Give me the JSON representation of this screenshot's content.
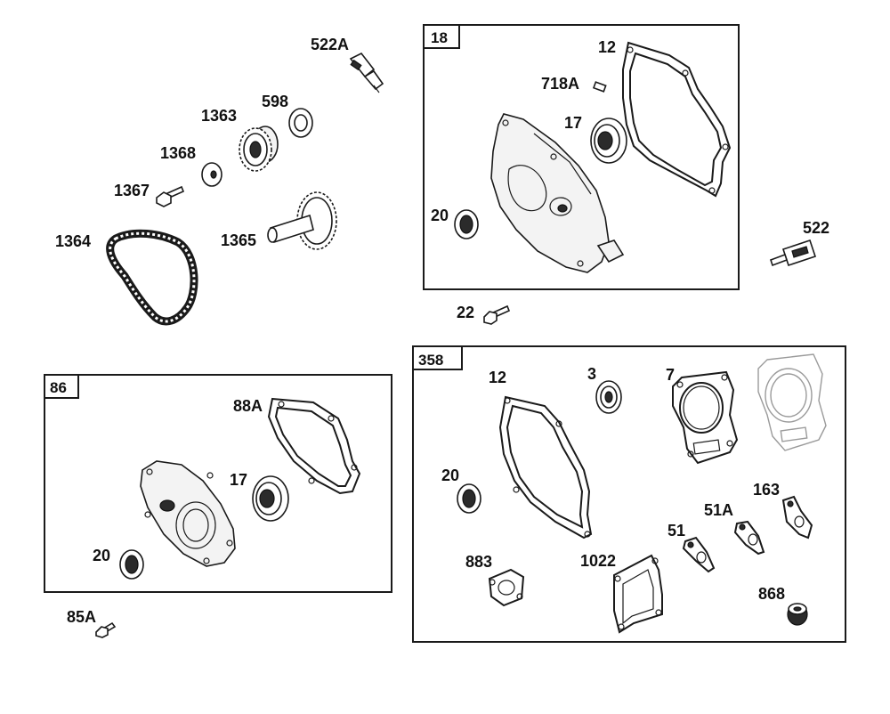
{
  "diagram": {
    "boxes": {
      "box18": "18",
      "box86": "86",
      "box358": "358"
    },
    "labels": {
      "p522A": "522A",
      "p598": "598",
      "p1363": "1363",
      "p1368": "1368",
      "p1367": "1367",
      "p1364": "1364",
      "p1365": "1365",
      "b18_12": "12",
      "b18_718A": "718A",
      "b18_17": "17",
      "b18_20": "20",
      "p522": "522",
      "p22": "22",
      "b86_88A": "88A",
      "b86_17": "17",
      "b86_20": "20",
      "p85A": "85A",
      "b358_12": "12",
      "b358_3": "3",
      "b358_7": "7",
      "b358_20": "20",
      "b358_163": "163",
      "b358_51A": "51A",
      "b358_51": "51",
      "b358_883": "883",
      "b358_1022": "1022",
      "b358_868": "868"
    }
  }
}
